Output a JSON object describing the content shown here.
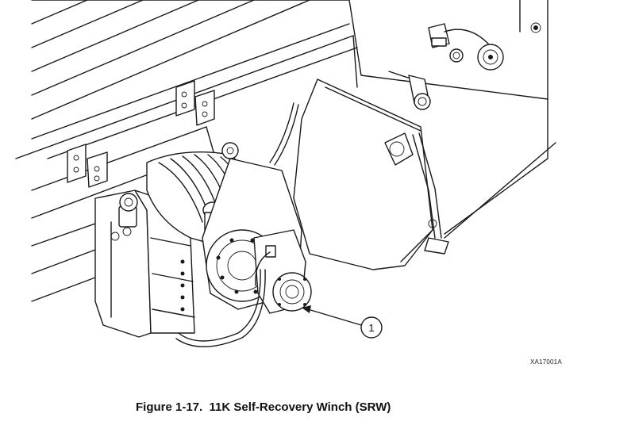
{
  "figure": {
    "caption": "Figure 1-17.  11K Self-Recovery Winch (SRW)",
    "drawing_code": "XA17001A",
    "callouts": [
      {
        "number": "1"
      }
    ]
  }
}
